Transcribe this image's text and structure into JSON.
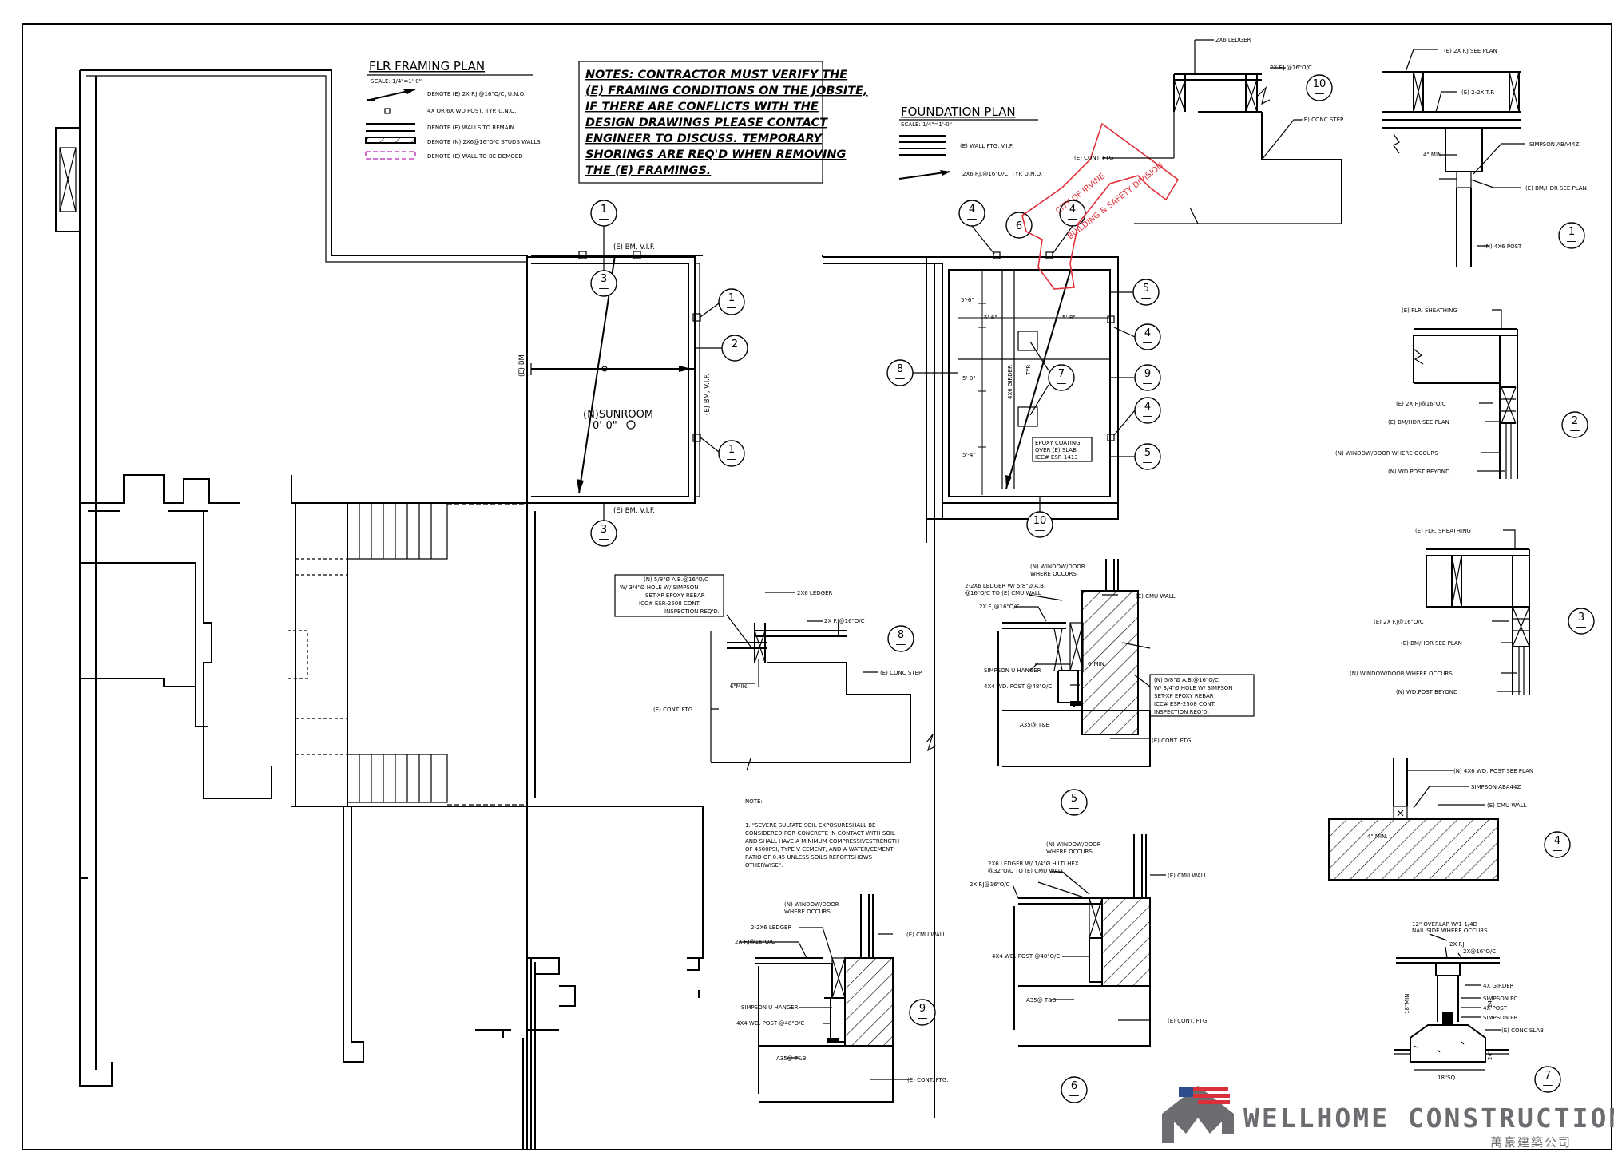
{
  "flr_framing": {
    "title": "FLR FRAMING PLAN",
    "scale": "SCALE: 1/4\"=1'-0\"",
    "legend": [
      "DENOTE (E) 2X F.J.@16\"O/C, U.N.O.",
      "4X OR 6X WD POST, TYP. U.N.O.",
      "DENOTE (E) WALLS TO REMAIN",
      "DENOTE (N) 2X6@16\"O/C STUDS WALLS",
      "DENOTE (E) WALL TO BE DEMOED"
    ],
    "room_name": "(N)SUNROOM",
    "room_elev": "0'-0\"",
    "labels": {
      "bm_vif_top": "(E) BM, V.I.F.",
      "bm_vif_bottom": "(E) BM, V.I.F.",
      "bm_left": "(E) BM",
      "bm_right": "(E) BM, V.I.F."
    }
  },
  "notes_box": {
    "lines": [
      "NOTES: CONTRACTOR MUST VERIFY THE",
      "(E) FRAMING CONDITIONS ON THE  JOBSITE,",
      "IF THERE ARE CONFLICTS WITH THE",
      "DESIGN DRAWINGS PLEASE CONTACT",
      "ENGINEER TO DISCUSS. TEMPORARY",
      "SHORINGS ARE REQ'D WHEN REMOVING",
      "THE (E) FRAMINGS."
    ]
  },
  "foundation": {
    "title": "FOUNDATION PLAN",
    "scale": "SCALE: 1/4\"=1'-0\"",
    "legend": [
      "(E) WALL FTG, V.I.F.",
      "2X6 F.J.@16\"O/C, TYP. U.N.O."
    ],
    "dims": [
      "5'-6\"",
      "5'-6\"",
      "5'-8\"",
      "5'-0\"",
      "5'-4\""
    ],
    "girder": "4X6 GIRDER",
    "girder_typ": "TYP.",
    "epoxy": [
      "EPOXY COATING",
      "OVER (E) SLAB",
      "ICC# ESR-1413"
    ]
  },
  "stamp": {
    "line1": "CITY OF IRVINE",
    "line2": "BUILDING & SAFETY DIVISION"
  },
  "bubbles": {
    "d1": "1",
    "d2": "2",
    "d3": "3",
    "d4": "4",
    "d5": "5",
    "d6": "6",
    "d7": "7",
    "d8": "8",
    "d9": "9",
    "d10": "10",
    "dash": "—"
  },
  "detail10": {
    "ledger": "2X6 LEDGER",
    "fj": "2X F.J.@16\"O/C",
    "step": "(E) CONC STEP",
    "ftg": "(E) CONT. FTG"
  },
  "detail1": {
    "fj": "(E) 2X F.J SEE PLAN",
    "tp": "(E) 2-2X T.P.",
    "ab": "SIMPSON ABA44Z",
    "min": "4\" MIN.",
    "bm": "(E) BM/HDR SEE PLAN",
    "post": "(N) 4X6 POST"
  },
  "detail2": {
    "sheath": "(E) FLR. SHEATHING",
    "fj": "(E) 2X F.J@16\"O/C",
    "bm": "(E) BM/HDR SEE PLAN",
    "win": "(N) WINDOW/DOOR WHERE OCCURS",
    "post": "(N) WD.POST BEYOND"
  },
  "detail3": {
    "sheath": "(E) FLR. SHEATHING",
    "fj": "(E) 2X F.J@16\"O/C",
    "bm": "(E) BM/HDR SEE PLAN",
    "win": "(N) WINDOW/DOOR WHERE OCCURS",
    "post": "(N) WD.POST BEYOND"
  },
  "detail8": {
    "note": [
      "(N) 5/8\"Ø A.B.@16\"O/C",
      "W/ 3/4\"Ø HOLE W/ SIMPSON",
      "SET-XP EPOXY REBAR",
      "ICC# ESR-2508 CONT.",
      "INSPECTION REQ'D."
    ],
    "ledger": "2X6 LEDGER",
    "fj": "2X F.J@16\"O/C",
    "step": "(E) CONC STEP",
    "ftg": "(E) CONT. FTG.",
    "min": "6\"MIN."
  },
  "detail5": {
    "win": [
      "(N) WINDOW/DOOR",
      "WHERE OCCURS"
    ],
    "ledger": [
      "2-2X6 LEDGER W/ 5/8\"Ø A.B.",
      "@16\"O/C TO (E) CMU WALL"
    ],
    "fj": "2X F.J@16\"O/C",
    "hanger": "SIMPSON U HANGER",
    "post": "4X4 WD. POST @48\"O/C",
    "a35": "A35@ T&B",
    "cmu": "(E) CMU WALL",
    "ftg": "(E) CONT. FTG.",
    "min": "6\"MIN.",
    "note": [
      "(N) 5/8\"Ø A.B.@16\"O/C",
      "W/ 3/4\"Ø HOLE W/ SIMPSON",
      "SET-XP EPOXY REBAR",
      "ICC# ESR-2508 CONT.",
      "INSPECTION REQ'D."
    ]
  },
  "detail6": {
    "win": [
      "(N) WINDOW/DOOR",
      "WHERE OCCURS"
    ],
    "ledger": [
      "2X6 LEDGER W/ 1/4\"Ø HILTI HEX",
      "@32\"O/C TO (E) CMU WALL"
    ],
    "fj": "2X F.J@16\"O/C",
    "post": "4X4 WD. POST @48\"O/C",
    "a35": "A35@ T&B",
    "cmu": "(E) CMU WALL",
    "ftg": "(E) CONT. FTG."
  },
  "detail9": {
    "win": [
      "(N) WINDOW/DOOR",
      "WHERE OCCURS"
    ],
    "ledger": "2-2X6 LEDGER",
    "fj": "2X F.J@16\"O/C",
    "hanger": "SIMPSON U HANGER",
    "post": "4X4 WD. POST @48\"O/C",
    "a35": "A35@ T&B",
    "cmu": "(E) CMU WALL",
    "ftg": "(E) CONT. FTG."
  },
  "detail4": {
    "post": "(N) 4X6 WD. POST SEE PLAN",
    "ab": "SIMPSON ABA44Z",
    "cmu": "(E) CMU WALL",
    "min": "4\" MIN."
  },
  "detail7": {
    "top": [
      "12\" OVERLAP W/1-1/4D",
      "NAIL SIDE WHERE OCCURS"
    ],
    "fj": "2X F.J",
    "fjoc": "2X@16\"O/C",
    "girder": "4X GIRDER",
    "pc": "SIMPSON PC",
    "post": "4X POST",
    "pb": "SIMPSON PB",
    "slab": "(E) CONC SLAB",
    "min": "18\"MIN",
    "d24a": "24\"",
    "d24b": "24\"",
    "sq": "18\"SQ"
  },
  "general_note": {
    "title": "NOTE:",
    "lines": [
      "1. \"SEVERE SULFATE SOIL EXPOSURESHALL BE",
      "CONSIDERED FOR CONCRETE IN CONTACT WITH SOIL",
      "AND SHALL HAVE A MINIMUM COMPRESSIVESTRENGTH",
      "OF 4500PSI, TYPE V CEMENT, AND A WATER/CEMENT",
      "RATIO OF 0.45 UNLESS SOILS REPORTSHOWS",
      "OTHERWISE\"."
    ]
  },
  "brand": {
    "name": "WELLHOME CONSTRUCTION",
    "cn": "萬豪建築公司",
    "flag_red": "#d9303a",
    "flag_blue": "#2e4d8f",
    "gray": "#6b6d70"
  }
}
